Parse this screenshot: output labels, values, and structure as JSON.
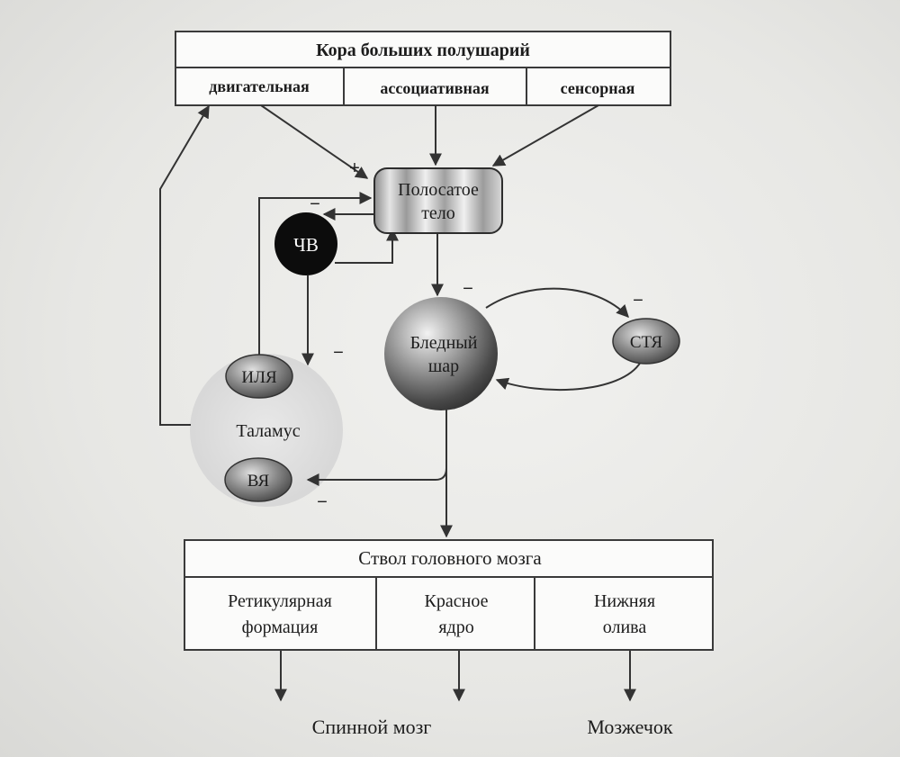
{
  "cortex": {
    "title": "Кора больших полушарий",
    "motor": "двигательная",
    "associative": "ассоциативная",
    "sensory": "сенсорная"
  },
  "striatum": {
    "line1": "Полосатое",
    "line2": "тело"
  },
  "substantia_nigra": "ЧВ",
  "globus_pallidus": {
    "line1": "Бледный",
    "line2": "шар"
  },
  "subthalamic_nucleus": "СТЯ",
  "thalamus": {
    "label": "Таламус",
    "intralaminar": "ИЛЯ",
    "ventral": "ВЯ"
  },
  "brainstem": {
    "title": "Ствол головного мозга",
    "reticular": {
      "line1": "Ретикулярная",
      "line2": "формация"
    },
    "red_nucleus": {
      "line1": "Красное",
      "line2": "ядро"
    },
    "olive": {
      "line1": "Нижняя",
      "line2": "олива"
    }
  },
  "outputs": {
    "spinal": "Спинной мозг",
    "cerebellum": "Мозжечок"
  },
  "signs": {
    "plus": "+",
    "minus": "−"
  }
}
